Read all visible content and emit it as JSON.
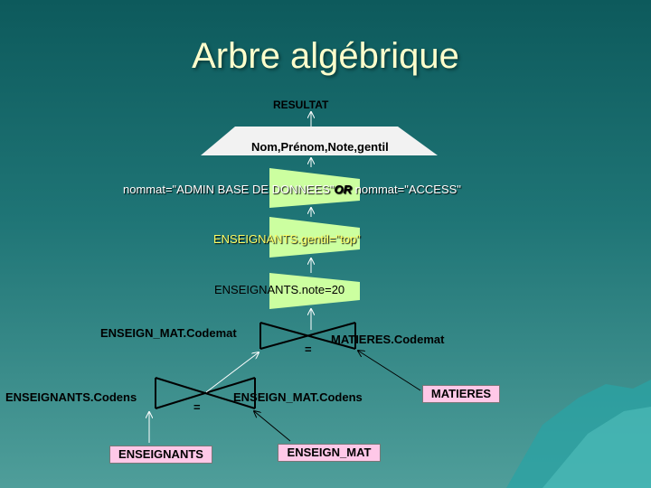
{
  "title": "Arbre algébrique",
  "nodes": {
    "result": "RESULTAT",
    "projection": "Nom,Prénom,Note,gentil",
    "selection1": {
      "part1": "nommat=\"ADMIN BASE DE DONNEES\"",
      "or": "OR",
      "part2": " nommat=\"ACCESS\""
    },
    "selection2": "ENSEIGNANTS.gentil=\"top\"",
    "selection3": "ENSEIGNANTS.note=20",
    "join_top": {
      "left": "ENSEIGN_MAT.Codemat",
      "right": "MATIERES.Codemat",
      "op": "="
    },
    "join_bottom": {
      "left": "ENSEIGNANTS.Codens",
      "right": "ENSEIGN_MAT.Codens",
      "op": "="
    },
    "tables": {
      "matieres": "MATIERES",
      "enseignants": "ENSEIGNANTS",
      "enseign_mat": "ENSEIGN_MAT"
    }
  },
  "colors": {
    "operator_fill": "#ccffa0",
    "table_fill": "#ffc8e8",
    "projection_fill": "#f2f2f2"
  }
}
